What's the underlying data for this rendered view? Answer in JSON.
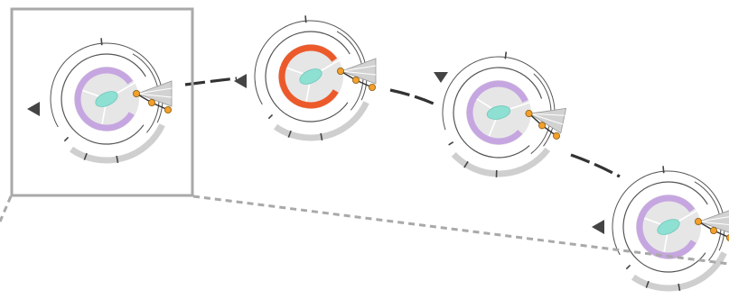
{
  "colors": {
    "background": "#ffffff",
    "ring_outline": "#555555",
    "tick": "#444444",
    "outer_arc_gray": "#cfcfcf",
    "disc_fill": "#e6e6e6",
    "c_ring_default": "#c6a6e0",
    "c_ring_highlight": "#ec5a2b",
    "nucleus": "#8ee0d3",
    "fan": "#d2d2d2",
    "chain_dot": "#f2a02b",
    "chain_line": "#333333",
    "pointer": "#444444",
    "connector": "#333333",
    "selection_box": "#a9a9a9",
    "dashed_link": "#a9a9a9"
  },
  "icons": {
    "pointer": "triangle-pointer-icon",
    "chain_node": "circle-node-icon"
  },
  "diagram": {
    "nodes": [
      {
        "id": "node-1",
        "selected": true,
        "ring_color": "c_ring_default",
        "chain_nodes": 3
      },
      {
        "id": "node-2",
        "selected": false,
        "ring_color": "c_ring_highlight",
        "chain_nodes": 3
      },
      {
        "id": "node-3",
        "selected": false,
        "ring_color": "c_ring_default",
        "chain_nodes": 3
      },
      {
        "id": "node-4",
        "selected": false,
        "ring_color": "c_ring_default",
        "chain_nodes": 3
      }
    ],
    "links": [
      {
        "from": "node-1",
        "to": "node-2",
        "style": "solid"
      },
      {
        "from": "node-2",
        "to": "node-3",
        "style": "solid"
      },
      {
        "from": "node-3",
        "to": "node-4",
        "style": "solid"
      },
      {
        "from": "node-1",
        "to": "node-4",
        "style": "dashed"
      }
    ]
  }
}
